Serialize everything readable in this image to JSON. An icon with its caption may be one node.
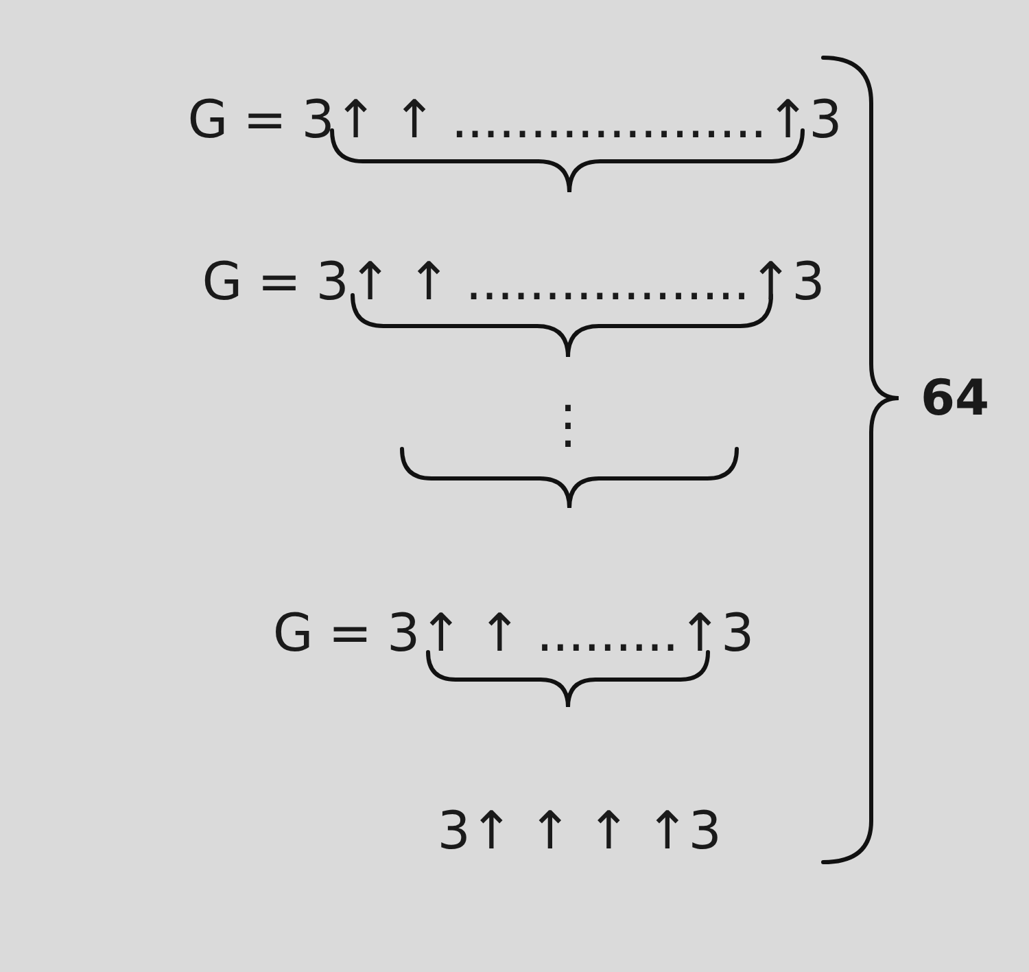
{
  "diagram": {
    "labels": [
      "G = 3↑ ↑ ....................↑3",
      "G = 3↑ ↑ ..................↑3",
      "⋮",
      "G = 3↑ ↑ .........↑3",
      "3↑ ↑ ↑ ↑3",
      "64"
    ]
  }
}
